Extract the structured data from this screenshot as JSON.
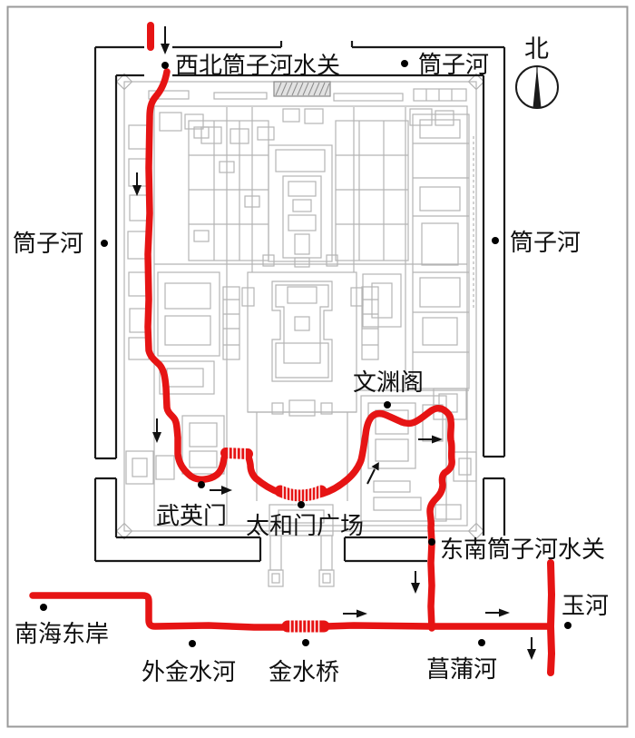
{
  "figure": {
    "type": "schematic-map",
    "subject": "Forbidden City inner Golden Water River route",
    "colors": {
      "river": "#e61414",
      "wall": "#1a1a1a",
      "plan_gray": "#b4b4b4",
      "hatch_gray": "#8a8a8a",
      "frame": "#9a9a9a",
      "text": "#101010"
    },
    "compass": {
      "label": "北"
    },
    "labels": {
      "nw_water_gate": "西北筒子河水关",
      "tongzi_top": "筒子河",
      "tongzi_left": "筒子河",
      "tongzi_right": "筒子河",
      "wenyuan_pavilion": "文渊阁",
      "wuying_gate": "武英门",
      "taihe_square": "太和门广场",
      "se_water_gate": "东南筒子河水关",
      "nanhai_east_bank": "南海东岸",
      "outer_jinshui_river": "外金水河",
      "jinshui_bridge": "金水桥",
      "changpu_river": "菖蒲河",
      "yu_river": "玉河"
    },
    "flow_arrows": [
      {
        "at": "north-entry",
        "dir": "down"
      },
      {
        "at": "west-wall-upper",
        "dir": "down"
      },
      {
        "at": "west-wall-lower",
        "dir": "down"
      },
      {
        "at": "wuying-gate",
        "dir": "right"
      },
      {
        "at": "taihe-square",
        "dir": "up-right"
      },
      {
        "at": "wenyuan-pavilion",
        "dir": "right"
      },
      {
        "at": "se-water-gate",
        "dir": "down"
      },
      {
        "at": "outer-jinshui-river",
        "dir": "right"
      },
      {
        "at": "changpu-river",
        "dir": "right"
      },
      {
        "at": "yu-river",
        "dir": "down"
      }
    ]
  }
}
